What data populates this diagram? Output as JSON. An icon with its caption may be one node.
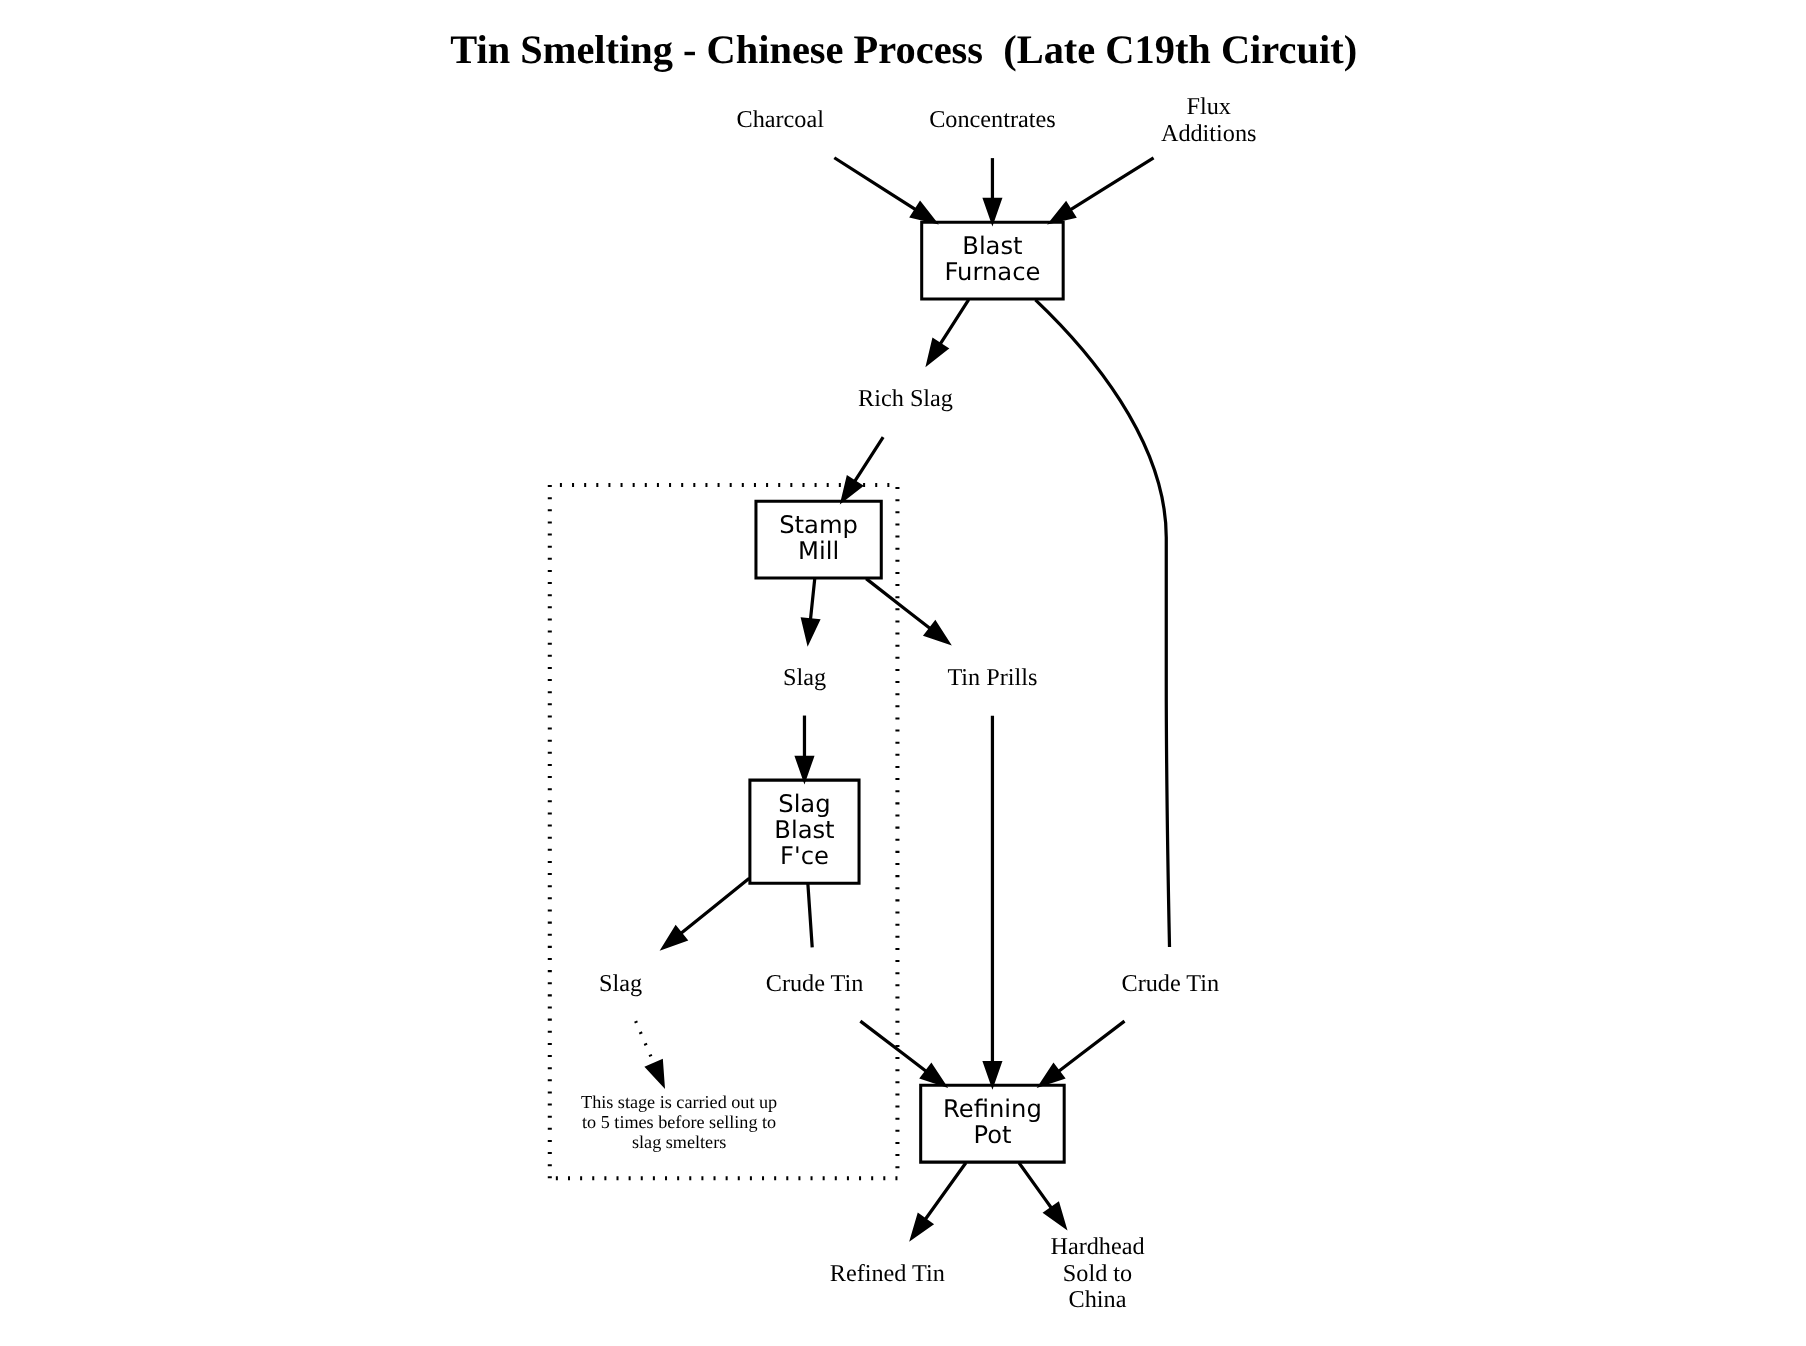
{
  "diagram": {
    "title": "Tin Smelting - Chinese Process  (Late C19th Circuit)",
    "nodes": [
      {
        "text": [
          "Charcoal"
        ]
      },
      {
        "text": [
          "Concentrates"
        ]
      },
      {
        "text": [
          "Flux Additions"
        ]
      },
      {
        "text": [
          "Blast Furnace"
        ]
      },
      {
        "text": [
          "Crude Tin"
        ]
      },
      {
        "text": [
          "Rich Slag"
        ]
      },
      {
        "text": [],
        "shape": "box"
      },
      {
        "text": [
          "Stamp Mill"
        ],
        "in": 6
      },
      {
        "text": [
          "Slag"
        ],
        "in": 6
      },
      {
        "text": [
          "This stage is carried out up to 5 times before selling to slag smelters"
        ],
        "in": 6
      },
      {
        "text": [
          "Slag Blast F'ce"
        ],
        "in": 6
      },
      {
        "text": [
          "Crude Tin"
        ],
        "in": 6
      },
      {
        "text": [
          "Slag"
        ],
        "in": 6
      },
      {
        "text": [
          "Tin Prills"
        ]
      },
      {
        "text": [
          "Refining Pot"
        ]
      },
      {
        "text": [
          "Refined Tin"
        ]
      },
      {
        "text": [
          "Hardhead Sold to China"
        ]
      }
    ],
    "edges": [
      {
        "from": 0,
        "to": 3,
        "arrow": "to"
      },
      {
        "from": 1,
        "to": 3,
        "arrow": "to"
      },
      {
        "from": 2,
        "to": 3,
        "arrow": "to"
      },
      {
        "from": 3,
        "to": 4,
        "arrow": "none"
      },
      {
        "from": 3,
        "to": 5,
        "arrow": "to"
      },
      {
        "from": 5,
        "to": 7,
        "arrow": "to"
      },
      {
        "from": 7,
        "to": 8,
        "arrow": "to"
      },
      {
        "from": 7,
        "to": 13,
        "arrow": "to"
      },
      {
        "from": 8,
        "to": 10,
        "arrow": "to"
      },
      {
        "from": 10,
        "to": 11,
        "arrow": "none"
      },
      {
        "from": 10,
        "to": 12,
        "arrow": "to"
      },
      {
        "from": 12,
        "to": 9,
        "arrow": "to",
        "style": "dashed"
      },
      {
        "from": 4,
        "to": 14,
        "arrow": "to"
      },
      {
        "from": 13,
        "to": 14,
        "arrow": "to"
      },
      {
        "from": 11,
        "to": 14,
        "arrow": "to"
      },
      {
        "from": 14,
        "to": 15,
        "arrow": "to"
      },
      {
        "from": 14,
        "to": 16,
        "arrow": "to"
      }
    ]
  }
}
